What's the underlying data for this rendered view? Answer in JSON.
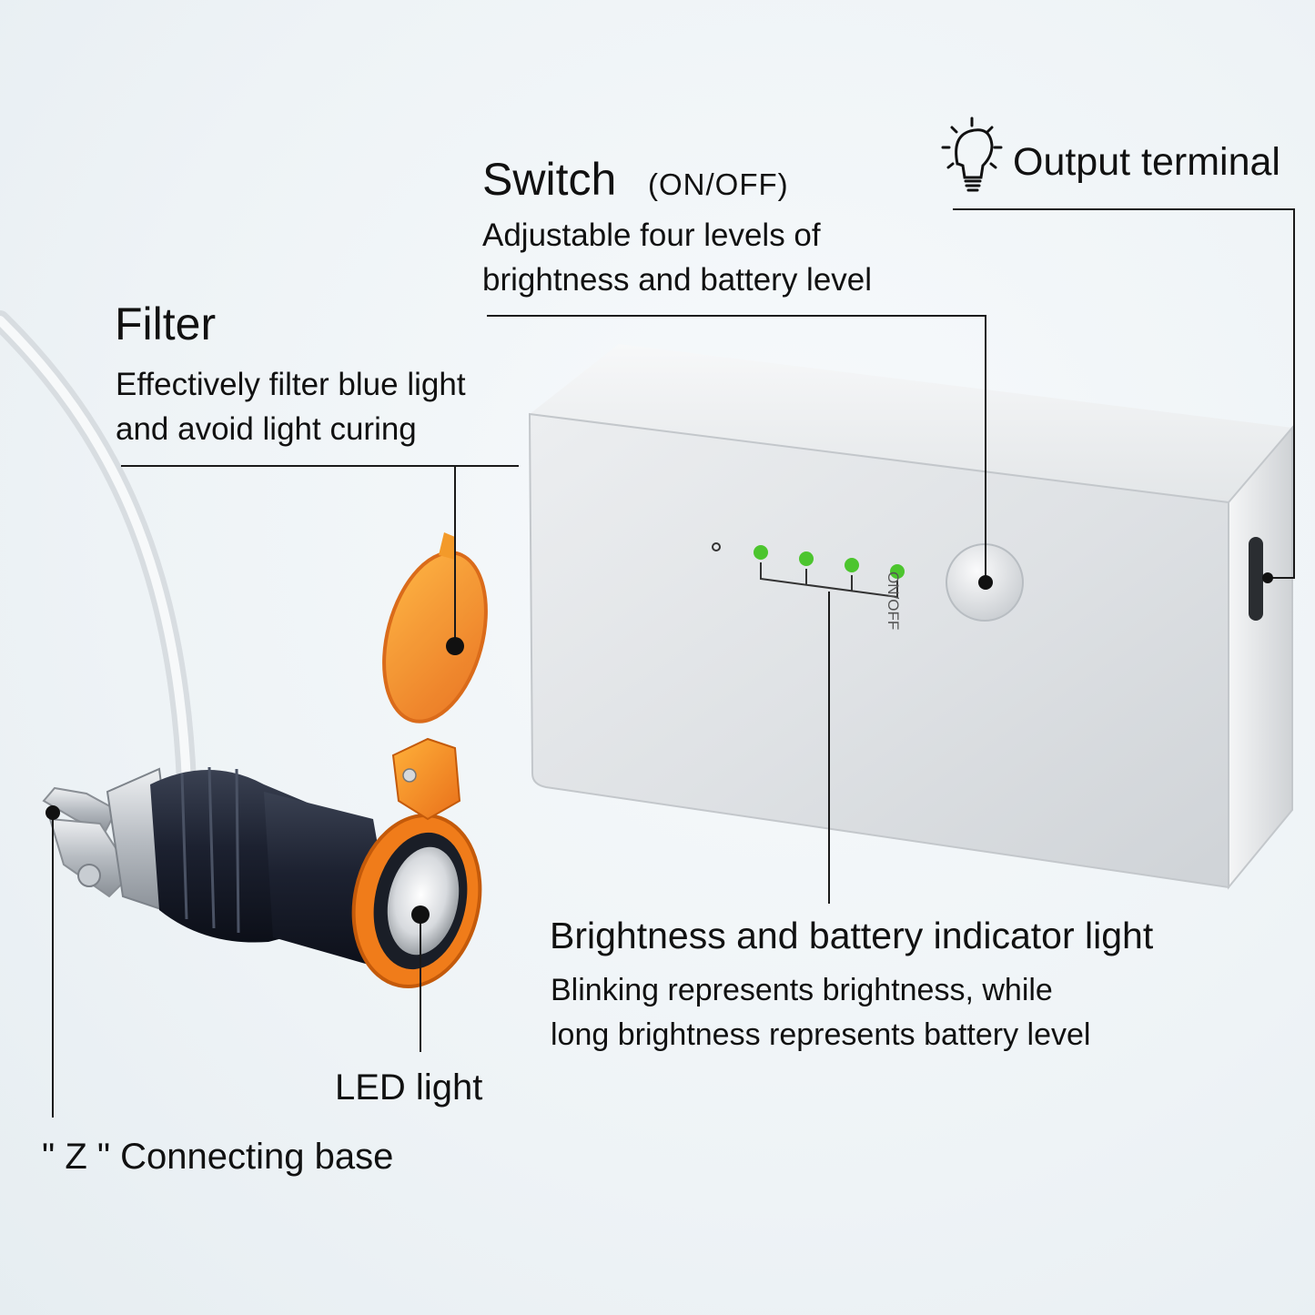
{
  "labels": {
    "switch_title": "Switch",
    "switch_sub": "(ON/OFF)",
    "switch_desc": "Adjustable four levels of\nbrightness and battery level",
    "output_title": "Output terminal",
    "filter_title": "Filter",
    "filter_desc": "Effectively filter blue light\nand avoid light curing",
    "indicator_title": "Brightness and battery indicator light",
    "indicator_desc": "Blinking represents brightness, while\nlong brightness represents battery level",
    "led_title": "LED light",
    "base_title": "\" Z \" Connecting base",
    "device_button_text": "ON/OFF"
  },
  "icons": {
    "output_icon": "lightbulb-icon"
  },
  "colors": {
    "indicator_led": "#4cc52e",
    "filter_orange": "#f28a1a",
    "device_silver": "#dcdfe2",
    "callout_line": "#1a1a1a"
  },
  "device": {
    "indicator_count": 4
  }
}
